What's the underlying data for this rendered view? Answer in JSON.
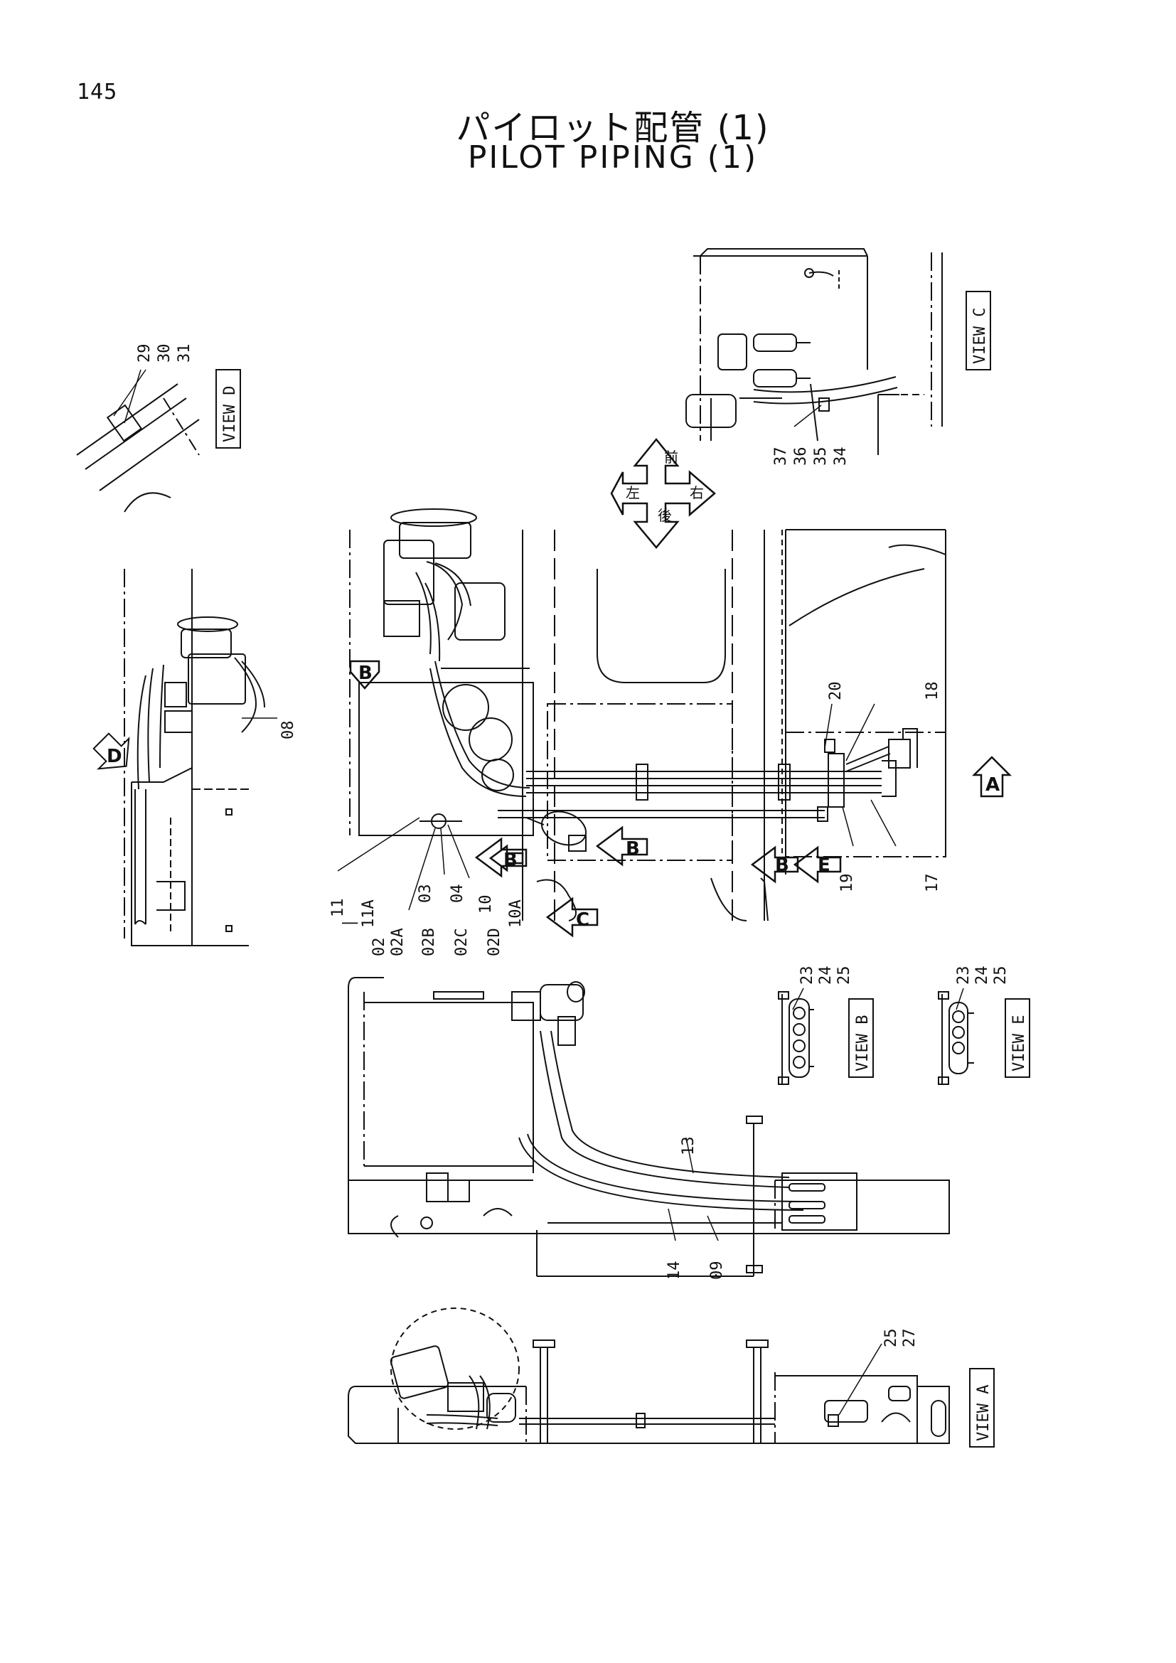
{
  "page": {
    "number": "145",
    "title_jp": "パイロット配管 (1)",
    "title_en": "PILOT PIPING (1)"
  },
  "views": {
    "view_a": "VIEW A",
    "view_b": "VIEW B",
    "view_c": "VIEW C",
    "view_d": "VIEW D",
    "view_e": "VIEW E"
  },
  "directions": {
    "front": "前",
    "rear": "後",
    "left": "左",
    "right": "右"
  },
  "arrow_letters": {
    "a": "A",
    "b": "B",
    "c": "C",
    "d": "D",
    "e": "E"
  },
  "part_labels": {
    "view_d_group": [
      "29",
      "30",
      "31"
    ],
    "view_c_group": [
      "37",
      "36",
      "35",
      "34"
    ],
    "p08": "08",
    "p20": "20",
    "p18": "18",
    "p19": "19",
    "p17": "17",
    "p11": "11",
    "p11a": "11A",
    "p02": "02",
    "p02a": "02A",
    "p02b": "02B",
    "p02c": "02C",
    "p02d": "02D",
    "p03": "03",
    "p04": "04",
    "p10": "10",
    "p10a": "10A",
    "view_b_group": [
      "23",
      "24",
      "25"
    ],
    "view_e_group": [
      "23",
      "24",
      "25"
    ],
    "p13": "13",
    "p14": "14",
    "p09": "09",
    "view_a_group": [
      "25",
      "27"
    ]
  }
}
